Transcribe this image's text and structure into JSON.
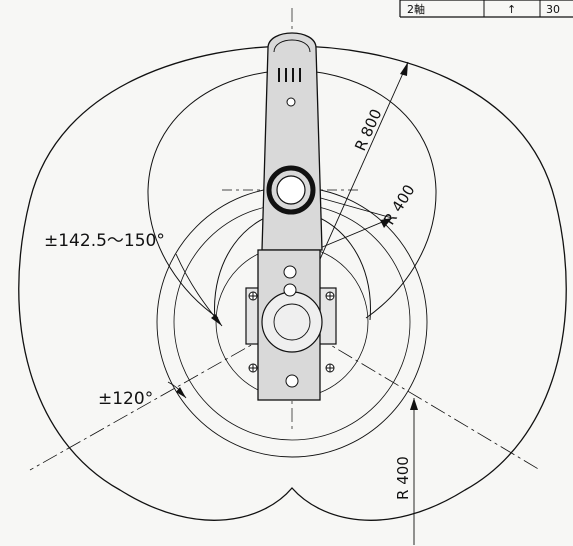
{
  "table": {
    "row_label": "2軸",
    "cell_2": "↑",
    "cell_3": "30"
  },
  "labels": {
    "r800": "R 800",
    "r400_arm": "R 400",
    "r400_vertical": "R 400",
    "angle_outer": "±142.5～150°",
    "angle_inner": "±120°"
  },
  "colors": {
    "line": "#111111",
    "arm_fill": "#d9d9d9",
    "background": "#f7f7f5"
  }
}
